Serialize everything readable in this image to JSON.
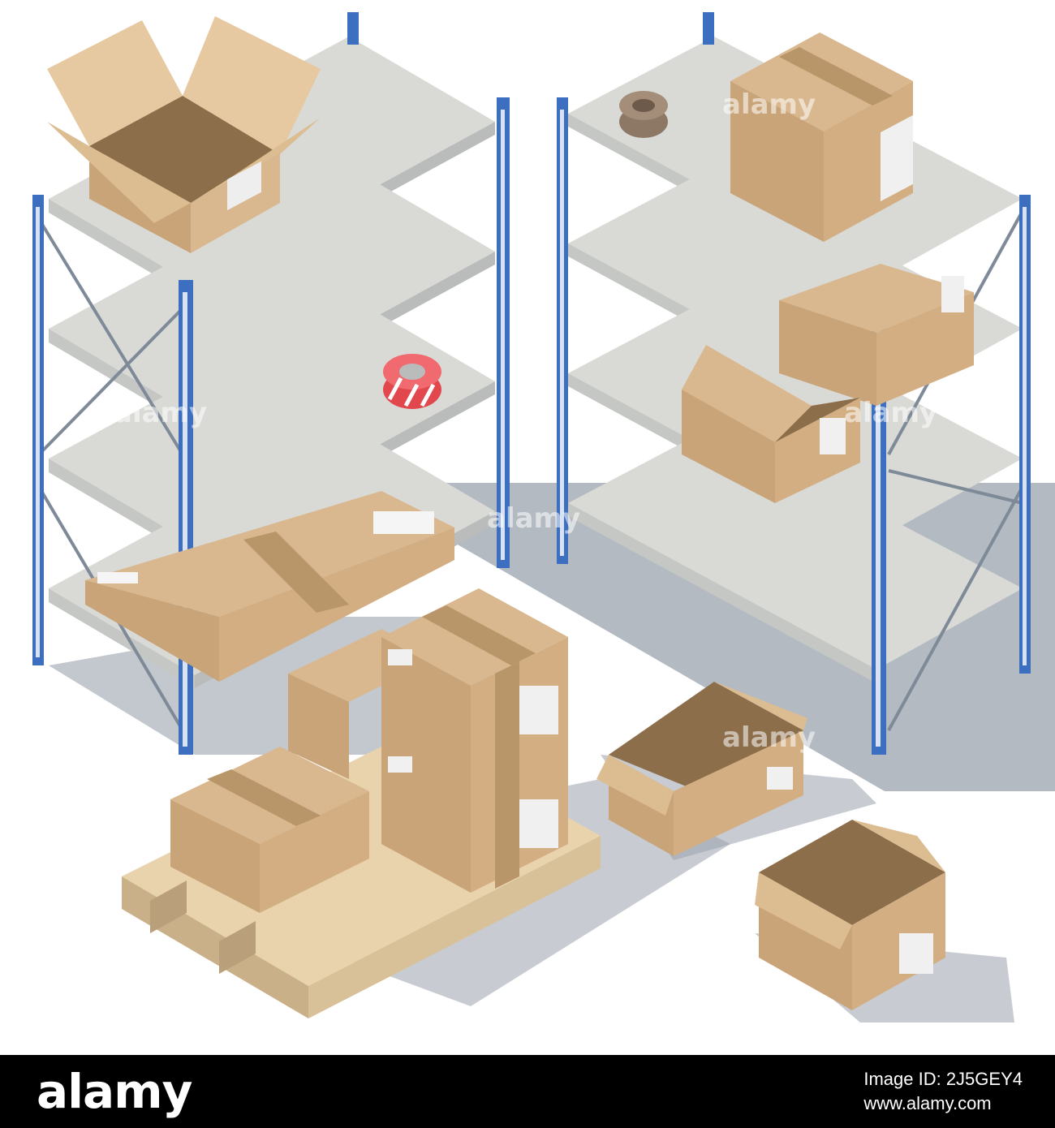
{
  "scene": {
    "watermark_text": "alamy",
    "colors": {
      "floor_shadow": "#9aa3ad",
      "upright_blue": "#3d6fc0",
      "shelf_top": "#d9dad6",
      "shelf_front": "#c5c7c4",
      "beam": "#7f8a98",
      "cardboard_light": "#d9b88f",
      "cardboard_mid": "#c9a478",
      "cardboard_dark": "#a9855a",
      "tape": "#b8966a",
      "pallet_light": "#e8d3ac",
      "pallet_dark": "#c9b088",
      "warning_tape_red": "#e2474d"
    }
  },
  "footer": {
    "logo": "alamy",
    "image_id_line": "Image ID: 2J5GEY4",
    "url_line": "www.alamy.com"
  }
}
